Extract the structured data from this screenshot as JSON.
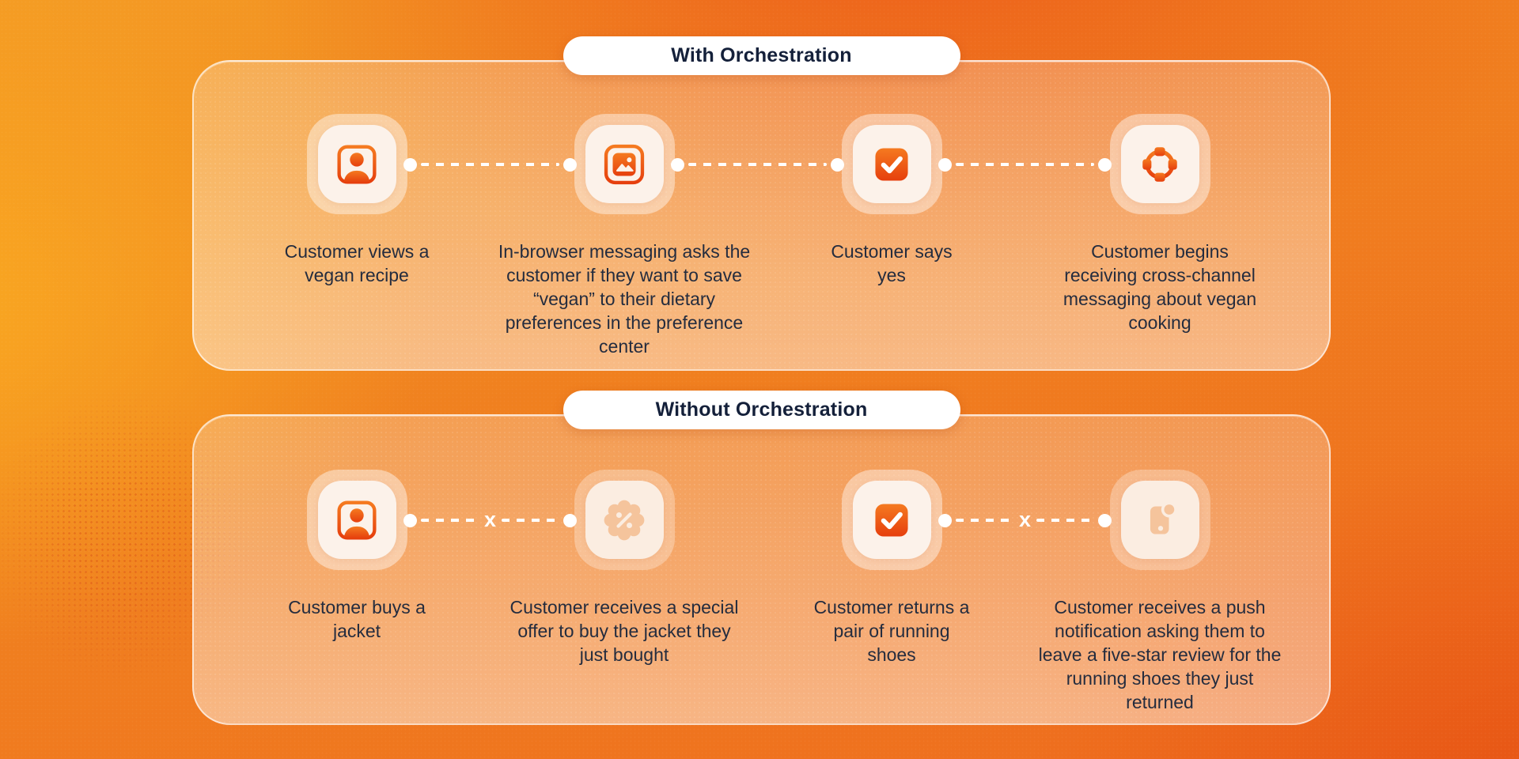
{
  "colors": {
    "background_orange": "#EE6A1E",
    "background_yellow": "#F8A622",
    "icon_gradient_top": "#F57A20",
    "icon_gradient_bottom": "#E63F0D",
    "muted_icon": "#F5C49C",
    "card_background": "#FCF2EA",
    "caption_text": "#242C3E",
    "pill_text": "#14203A",
    "connector": "#FFFFFF"
  },
  "sections": [
    {
      "label": "With Orchestration",
      "steps": [
        {
          "icon": "contact-person-icon",
          "muted": false,
          "text": "Customer views a vegan recipe"
        },
        {
          "icon": "in-browser-message-icon",
          "muted": false,
          "text": "In-browser messaging asks the customer if they want to save “vegan” to their dietary preferences in the preference center"
        },
        {
          "icon": "checkbox-check-icon",
          "muted": false,
          "text": "Customer says yes"
        },
        {
          "icon": "orchestration-ring-icon",
          "muted": false,
          "text": "Customer begins receiving cross-channel messaging about vegan cooking"
        }
      ],
      "connectors": [
        {
          "between": [
            1,
            2
          ],
          "blocked": false
        },
        {
          "between": [
            2,
            3
          ],
          "blocked": false
        },
        {
          "between": [
            3,
            4
          ],
          "blocked": false
        }
      ]
    },
    {
      "label": "Without Orchestration",
      "blocked_marker": "x",
      "steps": [
        {
          "icon": "contact-person-icon",
          "muted": false,
          "text": "Customer buys a jacket"
        },
        {
          "icon": "discount-badge-icon",
          "muted": true,
          "text": "Customer receives a special offer to buy the jacket they just bought"
        },
        {
          "icon": "checkbox-check-icon",
          "muted": false,
          "text": "Customer returns a pair of running shoes"
        },
        {
          "icon": "push-notification-phone-icon",
          "muted": true,
          "text": "Customer receives a push notification asking them to leave a five-star review for the running shoes they just returned"
        }
      ],
      "connectors": [
        {
          "between": [
            1,
            2
          ],
          "blocked": true
        },
        {
          "between": [
            3,
            4
          ],
          "blocked": true
        }
      ]
    }
  ]
}
